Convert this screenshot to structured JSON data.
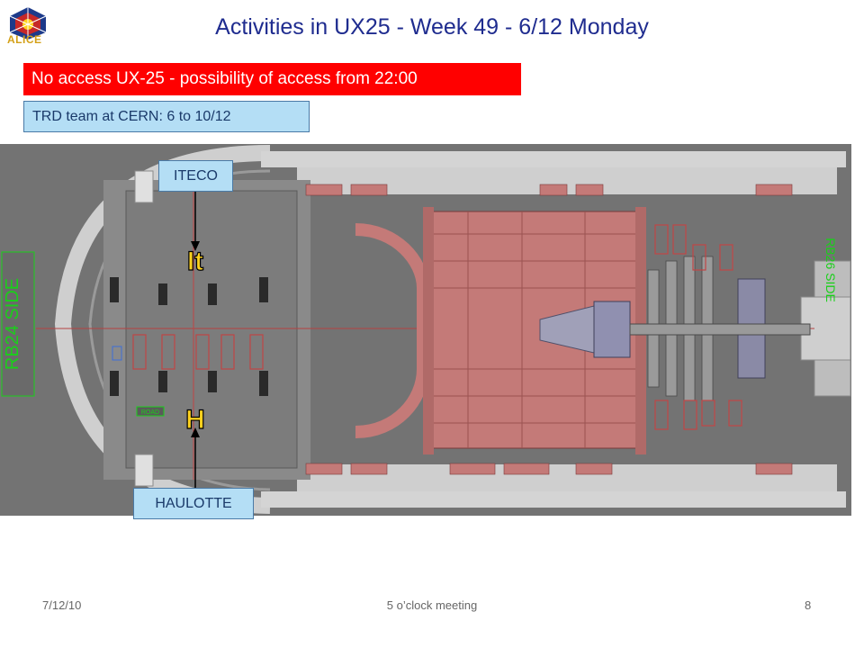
{
  "slide": {
    "title": "Activities in UX25 - Week 49 - 6/12 Monday",
    "logo_text": "ALICE",
    "banner_red": "No access UX-25 - possibility of access from 22:00",
    "banner_blue": "TRD team at CERN: 6 to 10/12"
  },
  "callouts": {
    "top": "ITECO",
    "bottom": "HAULOTTE"
  },
  "markers": {
    "top": "It",
    "bottom": "H"
  },
  "floorplan": {
    "left_wall_label": "RB24 SIDE",
    "right_wall_label": "RB26 SIDE",
    "small_label": "ROAD"
  },
  "colors": {
    "banner_red": "#ff0000",
    "callout_blue": "#b4def5",
    "magnet": "#c47a78",
    "marker_yellow": "#ffd21e"
  },
  "footer": {
    "date": "7/12/10",
    "center": "5 o’clock meeting",
    "page": "8"
  }
}
